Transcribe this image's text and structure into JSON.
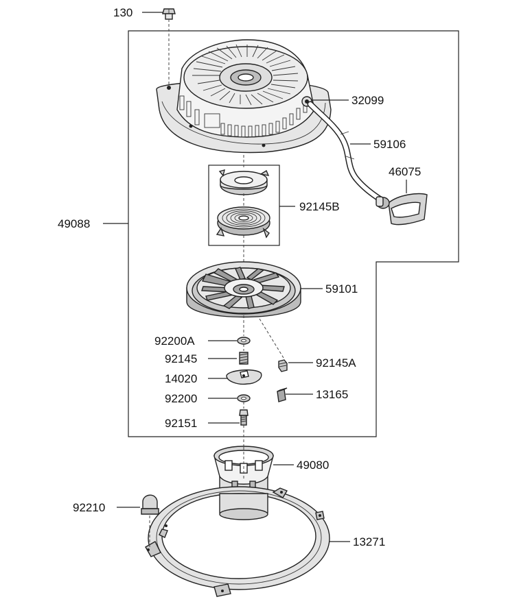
{
  "labels": {
    "p130": "130",
    "p32099": "32099",
    "p59106": "59106",
    "p46075": "46075",
    "p49088": "49088",
    "p92145B": "92145B",
    "p59101": "59101",
    "p92200A": "92200A",
    "p92145": "92145",
    "p92145A": "92145A",
    "p14020": "14020",
    "p13165": "13165",
    "p92200": "92200",
    "p92151": "92151",
    "p49080": "49080",
    "p92210": "92210",
    "p13271": "13271"
  }
}
